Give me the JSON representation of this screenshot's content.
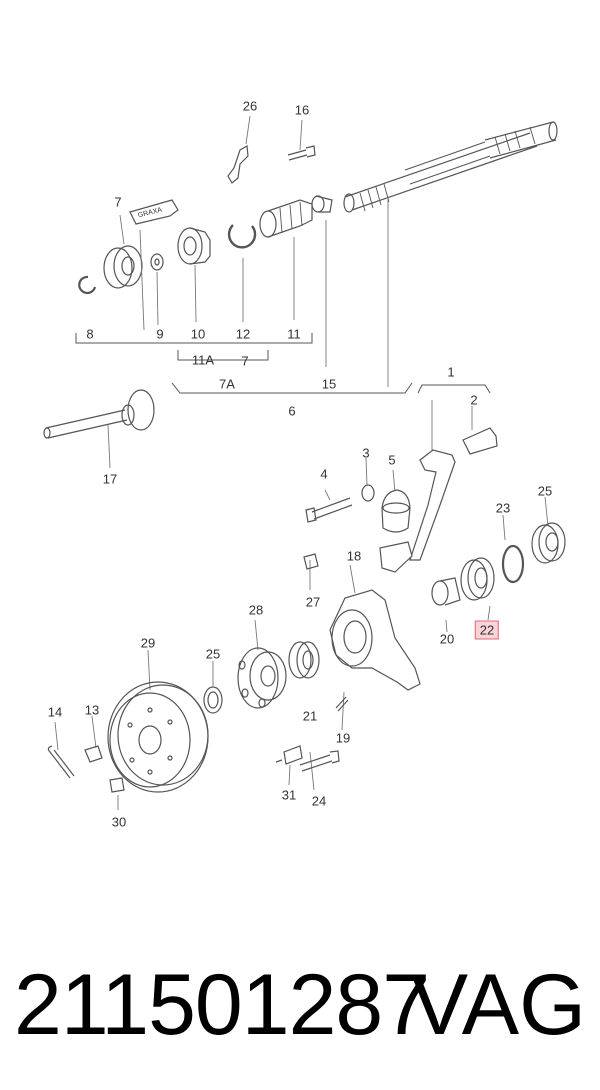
{
  "diagram": {
    "callouts": {
      "c1": "1",
      "c2": "2",
      "c3": "3",
      "c4": "4",
      "c5": "5",
      "c6": "6",
      "c7": "7",
      "c7b": "7",
      "c7a": "7A",
      "c8": "8",
      "c9": "9",
      "c10": "10",
      "c11": "11",
      "c11a": "11A",
      "c12": "12",
      "c13": "13",
      "c14": "14",
      "c15": "15",
      "c16": "16",
      "c17": "17",
      "c18": "18",
      "c19": "19",
      "c20": "20",
      "c21": "21",
      "c22": "22",
      "c23": "23",
      "c24": "24",
      "c25": "25",
      "c25b": "25",
      "c26": "26",
      "c27": "27",
      "c28": "28",
      "c29": "29",
      "c30": "30",
      "c31": "31"
    },
    "grease_tag": "GRAXA",
    "highlight_color": "#fbd3d9"
  },
  "footer": {
    "part_number": "211501287",
    "brand": "VAG"
  }
}
